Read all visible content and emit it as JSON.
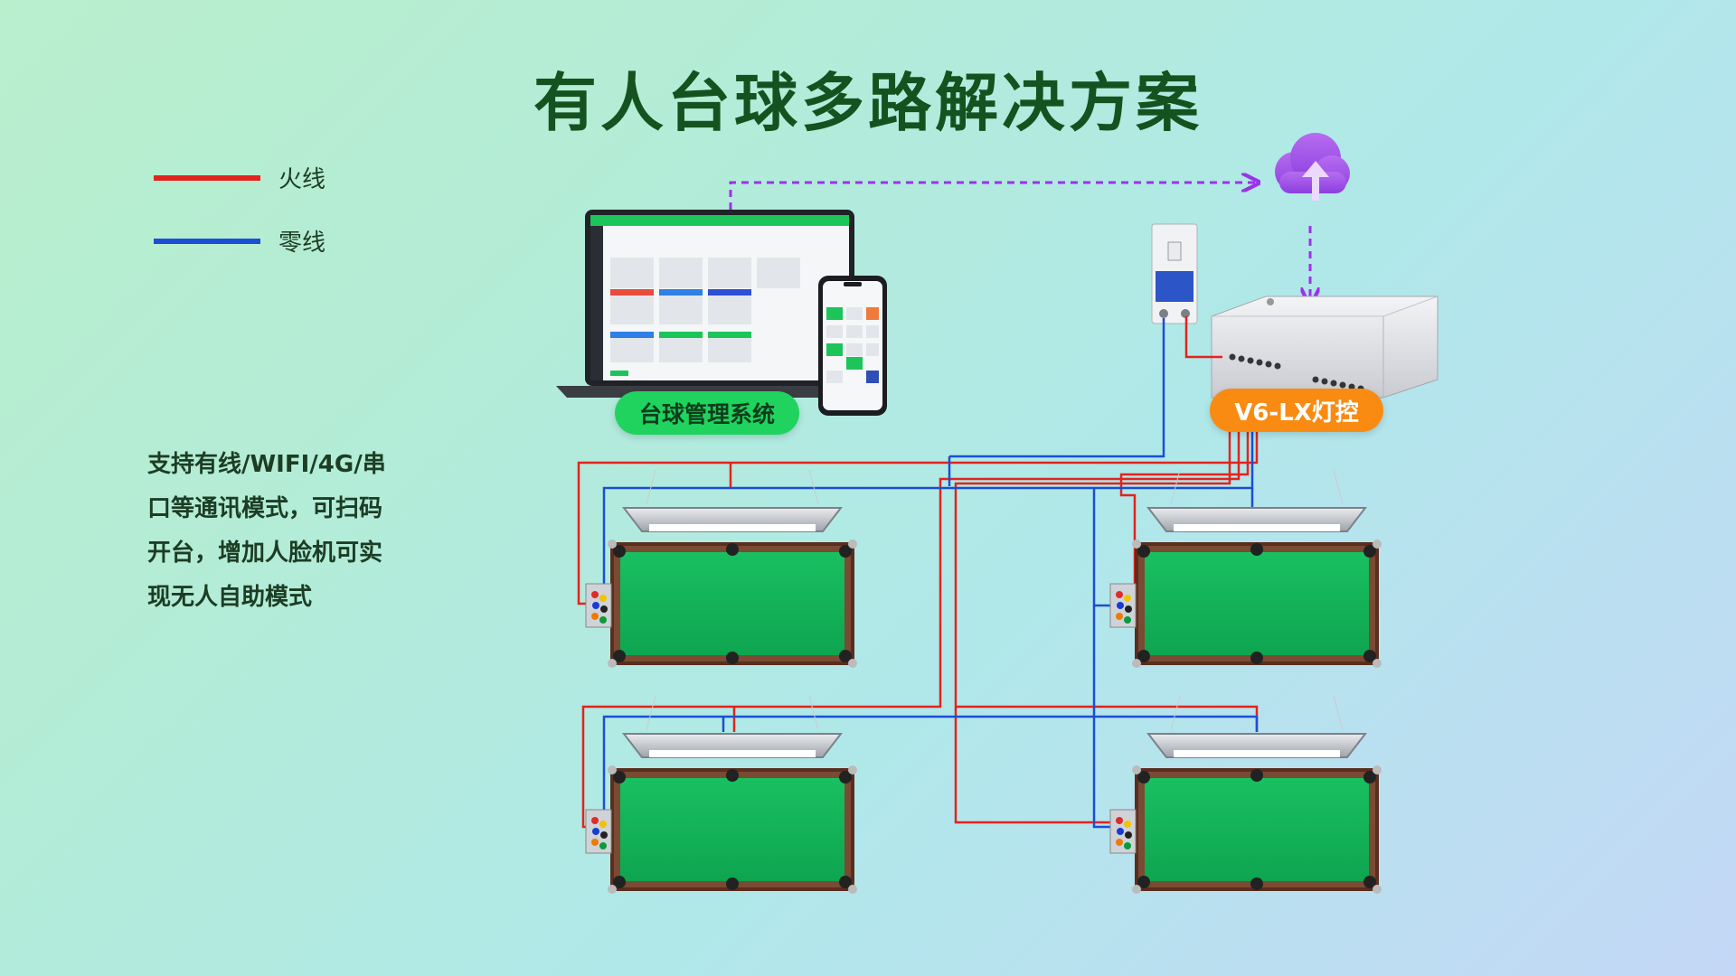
{
  "title": "有人台球多路解决方案",
  "legend": [
    {
      "label": "火线",
      "color": "#e3231d"
    },
    {
      "label": "零线",
      "color": "#1a4fd4"
    }
  ],
  "description": [
    "支持有线/WIFI/4G/串",
    "口等通讯模式，可扫码",
    "开台，增加人脸机可实",
    "现无人自助模式"
  ],
  "labels": {
    "system": "台球管理系统",
    "controller": "V6-LX灯控"
  },
  "colors": {
    "live_wire": "#e3231d",
    "neutral_wire": "#1a4fd4",
    "signal": "#9b33e8",
    "felt": "#14b85b",
    "rail": "#5a2e1e",
    "title": "#14531f"
  },
  "icons": [
    "cloud-upload-icon",
    "laptop-icon",
    "phone-icon",
    "breaker-icon",
    "controller-box-icon",
    "billiard-table-icon",
    "table-lamp-icon"
  ]
}
